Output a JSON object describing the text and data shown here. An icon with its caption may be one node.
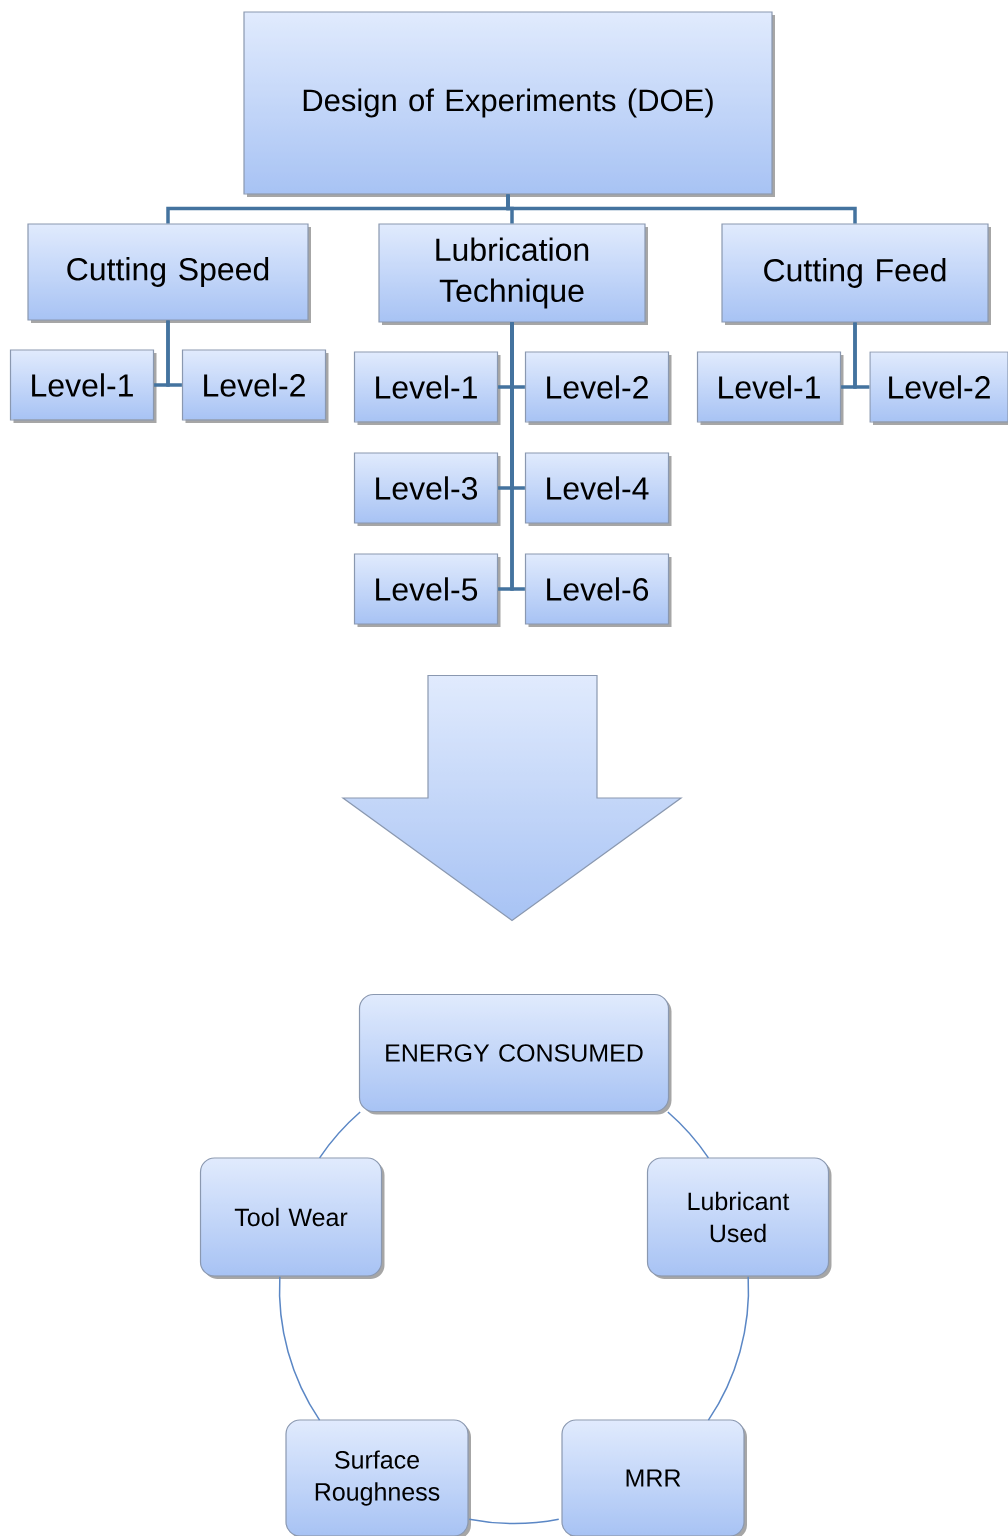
{
  "diagram": {
    "nodes": [
      {
        "text": [
          "Design of Experiments (DOE)"
        ]
      },
      {
        "text": [
          "Cutting Speed"
        ]
      },
      {
        "text": [
          "Lubrication Technique"
        ]
      },
      {
        "text": [
          "Cutting Feed"
        ]
      },
      {
        "text": [
          "Level-1"
        ]
      },
      {
        "text": [
          "Level-2"
        ]
      },
      {
        "text": [
          "Level-1"
        ]
      },
      {
        "text": [
          "Level-2"
        ]
      },
      {
        "text": [
          "Level-3"
        ]
      },
      {
        "text": [
          "Level-4"
        ]
      },
      {
        "text": [
          "Level-5"
        ]
      },
      {
        "text": [
          "Level-6"
        ]
      },
      {
        "text": [
          "Level-1"
        ]
      },
      {
        "text": [
          "Level-2"
        ]
      },
      {
        "text": [],
        "shape": "arrow"
      },
      {
        "text": [
          "ENERGY CONSUMED"
        ]
      },
      {
        "text": [
          "Lubricant Used"
        ]
      },
      {
        "text": [
          "MRR"
        ]
      },
      {
        "text": [
          "Surface Roughness"
        ]
      },
      {
        "text": [
          "Tool Wear"
        ]
      }
    ],
    "edges": [
      {
        "from": 0,
        "to": 1,
        "arrow": "none"
      },
      {
        "from": 0,
        "to": 2,
        "arrow": "none"
      },
      {
        "from": 0,
        "to": 3,
        "arrow": "none"
      },
      {
        "from": 1,
        "to": 4,
        "arrow": "none"
      },
      {
        "from": 1,
        "to": 5,
        "arrow": "none"
      },
      {
        "from": 2,
        "to": 6,
        "arrow": "none"
      },
      {
        "from": 2,
        "to": 7,
        "arrow": "none"
      },
      {
        "from": 2,
        "to": 8,
        "arrow": "none"
      },
      {
        "from": 2,
        "to": 9,
        "arrow": "none"
      },
      {
        "from": 2,
        "to": 10,
        "arrow": "none"
      },
      {
        "from": 2,
        "to": 11,
        "arrow": "none"
      },
      {
        "from": 3,
        "to": 12,
        "arrow": "none"
      },
      {
        "from": 3,
        "to": 13,
        "arrow": "none"
      },
      {
        "from": 15,
        "to": 19,
        "arrow": "none",
        "color": "#5b87c5"
      },
      {
        "from": 19,
        "to": 18,
        "arrow": "none",
        "color": "#5b87c5"
      },
      {
        "from": 18,
        "to": 17,
        "arrow": "none",
        "color": "#5b87c5"
      },
      {
        "from": 17,
        "to": 16,
        "arrow": "none",
        "color": "#5b87c5"
      },
      {
        "from": 16,
        "to": 15,
        "arrow": "none",
        "color": "#5b87c5"
      }
    ]
  }
}
